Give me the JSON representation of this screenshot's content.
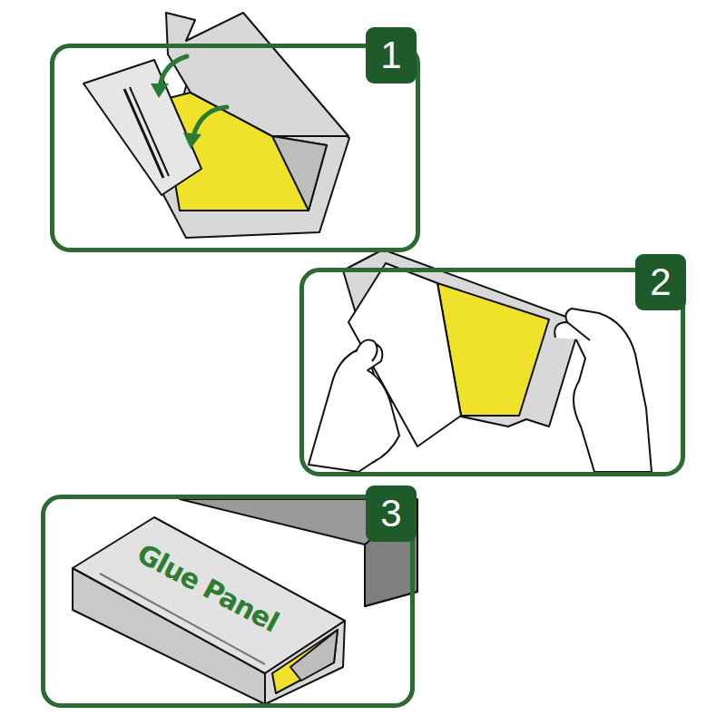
{
  "diagram": {
    "nodes": [
      {
        "text": [
          "1"
        ]
      },
      {
        "text": [
          "2"
        ]
      },
      {
        "text": [
          "3"
        ]
      }
    ],
    "labels": [
      "Glue Panel"
    ]
  }
}
